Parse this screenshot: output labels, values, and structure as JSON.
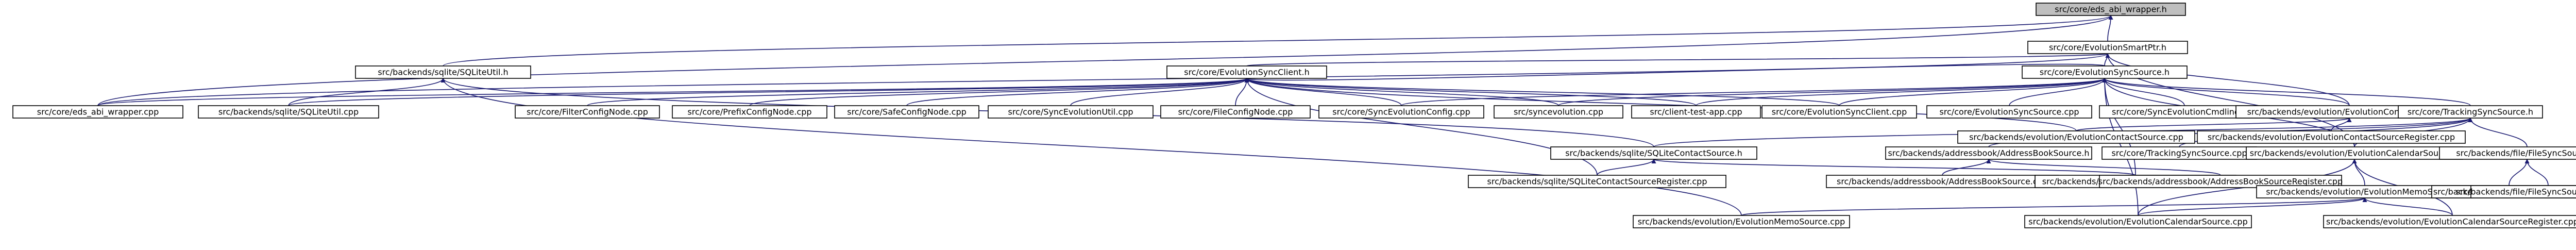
{
  "colors": {
    "edge": "#191970",
    "node_fill": "#ffffff",
    "root_fill": "#bfbfbf",
    "border": "#000000",
    "background": "#ffffff"
  },
  "nodes": [
    {
      "id": "n_abi",
      "label": "src/core/eds_abi_wrapper.h",
      "root": true
    },
    {
      "id": "n_esp",
      "label": "src/core/EvolutionSmartPtr.h"
    },
    {
      "id": "n_sqlutil_h",
      "label": "src/backends/sqlite/SQLiteUtil.h"
    },
    {
      "id": "n_esc_h",
      "label": "src/core/EvolutionSyncClient.h"
    },
    {
      "id": "n_ess_h",
      "label": "src/core/EvolutionSyncSource.h"
    },
    {
      "id": "n_abi_cpp",
      "label": "src/core/eds_abi_wrapper.cpp"
    },
    {
      "id": "n_sqlutil_cpp",
      "label": "src/backends/sqlite/SQLiteUtil.cpp"
    },
    {
      "id": "n_filtercfg",
      "label": "src/core/FilterConfigNode.cpp"
    },
    {
      "id": "n_prefixcfg",
      "label": "src/core/PrefixConfigNode.cpp"
    },
    {
      "id": "n_safecfg",
      "label": "src/core/SafeConfigNode.cpp"
    },
    {
      "id": "n_syncevoutil",
      "label": "src/core/SyncEvolutionUtil.cpp"
    },
    {
      "id": "n_filecfg",
      "label": "src/core/FileConfigNode.cpp"
    },
    {
      "id": "n_syncevocfg",
      "label": "src/core/SyncEvolutionConfig.cpp"
    },
    {
      "id": "n_syncevo",
      "label": "src/syncevolution.cpp"
    },
    {
      "id": "n_clienttest",
      "label": "src/client-test-app.cpp"
    },
    {
      "id": "n_esc_cpp",
      "label": "src/core/EvolutionSyncClient.cpp"
    },
    {
      "id": "n_ess_cpp",
      "label": "src/core/EvolutionSyncSource.cpp"
    },
    {
      "id": "n_cmdline",
      "label": "src/core/SyncEvolutionCmdline.cpp"
    },
    {
      "id": "n_ecs_h",
      "label": "src/backends/evolution/EvolutionContactSource.h"
    },
    {
      "id": "n_tss_h",
      "label": "src/core/TrackingSyncSource.h"
    },
    {
      "id": "n_ecs_cpp",
      "label": "src/backends/evolution/EvolutionContactSource.cpp"
    },
    {
      "id": "n_ecs_reg",
      "label": "src/backends/evolution/EvolutionContactSourceRegister.cpp"
    },
    {
      "id": "n_sqlcs_h",
      "label": "src/backends/sqlite/SQLiteContactSource.h"
    },
    {
      "id": "n_abs_h",
      "label": "src/backends/addressbook/AddressBookSource.h"
    },
    {
      "id": "n_tss_cpp",
      "label": "src/core/TrackingSyncSource.cpp"
    },
    {
      "id": "n_ecal_h",
      "label": "src/backends/evolution/EvolutionCalendarSource.h"
    },
    {
      "id": "n_fss_h",
      "label": "src/backends/file/FileSyncSource.h"
    },
    {
      "id": "n_sqlcs_reg",
      "label": "src/backends/sqlite/SQLiteContactSourceRegister.cpp"
    },
    {
      "id": "n_abs_cpp",
      "label": "src/backends/addressbook/AddressBookSource.cpp"
    },
    {
      "id": "n_sqlcs_cpp",
      "label": "src/backends/sqlite/SQLiteContactSource.cpp"
    },
    {
      "id": "n_abs_reg",
      "label": "src/backends/addressbook/AddressBookSourceRegister.cpp"
    },
    {
      "id": "n_emem_h",
      "label": "src/backends/evolution/EvolutionMemoSource.h"
    },
    {
      "id": "n_fss_cpp",
      "label": "src/backends/file/FileSyncSource.cpp"
    },
    {
      "id": "n_fss_reg",
      "label": "src/backends/file/FileSyncSourceRegister.cpp"
    },
    {
      "id": "n_emem_cpp",
      "label": "src/backends/evolution/EvolutionMemoSource.cpp"
    },
    {
      "id": "n_ecal_cpp",
      "label": "src/backends/evolution/EvolutionCalendarSource.cpp"
    },
    {
      "id": "n_ecal_reg",
      "label": "src/backends/evolution/EvolutionCalendarSourceRegister.cpp"
    }
  ],
  "edges": [
    [
      "n_esp",
      "n_abi"
    ],
    [
      "n_sqlutil_h",
      "n_abi"
    ],
    [
      "n_abi_cpp",
      "n_abi"
    ],
    [
      "n_esc_h",
      "n_esp"
    ],
    [
      "n_ess_h",
      "n_esp"
    ],
    [
      "n_ecs_h",
      "n_esp"
    ],
    [
      "n_ecal_h",
      "n_esp"
    ],
    [
      "n_abi_cpp",
      "n_esp"
    ],
    [
      "n_sqlutil_cpp",
      "n_sqlutil_h"
    ],
    [
      "n_sqlcs_h",
      "n_sqlutil_h"
    ],
    [
      "n_emem_cpp",
      "n_sqlutil_h"
    ],
    [
      "n_ess_h",
      "n_esc_h"
    ],
    [
      "n_filtercfg",
      "n_esc_h"
    ],
    [
      "n_prefixcfg",
      "n_esc_h"
    ],
    [
      "n_safecfg",
      "n_esc_h"
    ],
    [
      "n_syncevoutil",
      "n_esc_h"
    ],
    [
      "n_filecfg",
      "n_esc_h"
    ],
    [
      "n_syncevocfg",
      "n_esc_h"
    ],
    [
      "n_syncevo",
      "n_esc_h"
    ],
    [
      "n_clienttest",
      "n_esc_h"
    ],
    [
      "n_esc_cpp",
      "n_esc_h"
    ],
    [
      "n_sqlutil_cpp",
      "n_esc_h"
    ],
    [
      "n_abi_cpp",
      "n_esc_h"
    ],
    [
      "n_ecs_cpp",
      "n_esc_h"
    ],
    [
      "n_sqlcs_reg",
      "n_esc_h"
    ],
    [
      "n_syncevocfg",
      "n_ess_h"
    ],
    [
      "n_syncevo",
      "n_ess_h"
    ],
    [
      "n_clienttest",
      "n_ess_h"
    ],
    [
      "n_esc_cpp",
      "n_ess_h"
    ],
    [
      "n_ess_cpp",
      "n_ess_h"
    ],
    [
      "n_cmdline",
      "n_ess_h"
    ],
    [
      "n_ecs_h",
      "n_ess_h"
    ],
    [
      "n_tss_h",
      "n_ess_h"
    ],
    [
      "n_ecal_h",
      "n_ess_h"
    ],
    [
      "n_sqlcs_cpp",
      "n_ess_h"
    ],
    [
      "n_ecal_cpp",
      "n_ess_h"
    ],
    [
      "n_ecs_cpp",
      "n_ecs_h"
    ],
    [
      "n_ecs_reg",
      "n_ecs_h"
    ],
    [
      "n_sqlcs_h",
      "n_tss_h"
    ],
    [
      "n_abs_h",
      "n_tss_h"
    ],
    [
      "n_tss_cpp",
      "n_tss_h"
    ],
    [
      "n_ecal_h",
      "n_tss_h"
    ],
    [
      "n_fss_h",
      "n_tss_h"
    ],
    [
      "n_sqlcs_reg",
      "n_sqlcs_h"
    ],
    [
      "n_sqlcs_cpp",
      "n_sqlcs_h"
    ],
    [
      "n_abs_cpp",
      "n_abs_h"
    ],
    [
      "n_abs_reg",
      "n_abs_h"
    ],
    [
      "n_emem_h",
      "n_ecal_h"
    ],
    [
      "n_ecal_cpp",
      "n_ecal_h"
    ],
    [
      "n_ecal_reg",
      "n_ecal_h"
    ],
    [
      "n_fss_cpp",
      "n_fss_h"
    ],
    [
      "n_fss_reg",
      "n_fss_h"
    ],
    [
      "n_emem_cpp",
      "n_emem_h"
    ],
    [
      "n_ecal_cpp",
      "n_emem_h"
    ],
    [
      "n_ecal_reg",
      "n_emem_h"
    ]
  ]
}
